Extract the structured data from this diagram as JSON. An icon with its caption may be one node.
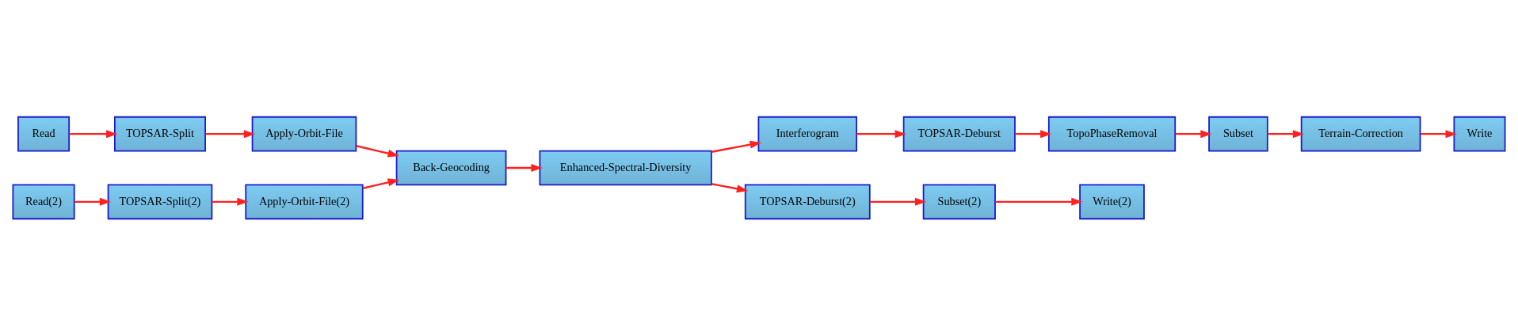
{
  "diagram": {
    "nodes": [
      {
        "text": [
          "Read"
        ]
      },
      {
        "text": [
          "TOPSAR-Split"
        ]
      },
      {
        "text": [
          "Apply-Orbit-File"
        ]
      },
      {
        "text": [
          "Read(2)"
        ]
      },
      {
        "text": [
          "TOPSAR-Split(2)"
        ]
      },
      {
        "text": [
          "Apply-Orbit-File(2)"
        ]
      },
      {
        "text": [
          "Back-Geocoding"
        ]
      },
      {
        "text": [
          "Enhanced-Spectral-Diversity"
        ]
      },
      {
        "text": [
          "Interferogram"
        ]
      },
      {
        "text": [
          "TOPSAR-Deburst"
        ]
      },
      {
        "text": [
          "TopoPhaseRemoval"
        ]
      },
      {
        "text": [
          "Subset"
        ]
      },
      {
        "text": [
          "Terrain-Correction"
        ]
      },
      {
        "text": [
          "Write"
        ]
      },
      {
        "text": [
          "TOPSAR-Deburst(2)"
        ]
      },
      {
        "text": [
          "Subset(2)"
        ]
      },
      {
        "text": [
          "Write(2)"
        ]
      }
    ],
    "edges": [
      {
        "from": 0,
        "to": 1,
        "arrow": "to"
      },
      {
        "from": 1,
        "to": 2,
        "arrow": "to"
      },
      {
        "from": 2,
        "to": 6,
        "arrow": "to"
      },
      {
        "from": 3,
        "to": 4,
        "arrow": "to"
      },
      {
        "from": 4,
        "to": 5,
        "arrow": "to"
      },
      {
        "from": 5,
        "to": 6,
        "arrow": "to"
      },
      {
        "from": 6,
        "to": 7,
        "arrow": "to"
      },
      {
        "from": 7,
        "to": 8,
        "arrow": "to"
      },
      {
        "from": 8,
        "to": 9,
        "arrow": "to"
      },
      {
        "from": 9,
        "to": 10,
        "arrow": "to"
      },
      {
        "from": 10,
        "to": 11,
        "arrow": "to"
      },
      {
        "from": 11,
        "to": 12,
        "arrow": "to"
      },
      {
        "from": 12,
        "to": 13,
        "arrow": "to"
      },
      {
        "from": 7,
        "to": 14,
        "arrow": "to"
      },
      {
        "from": 14,
        "to": 15,
        "arrow": "to"
      },
      {
        "from": 15,
        "to": 16,
        "arrow": "to"
      }
    ]
  }
}
